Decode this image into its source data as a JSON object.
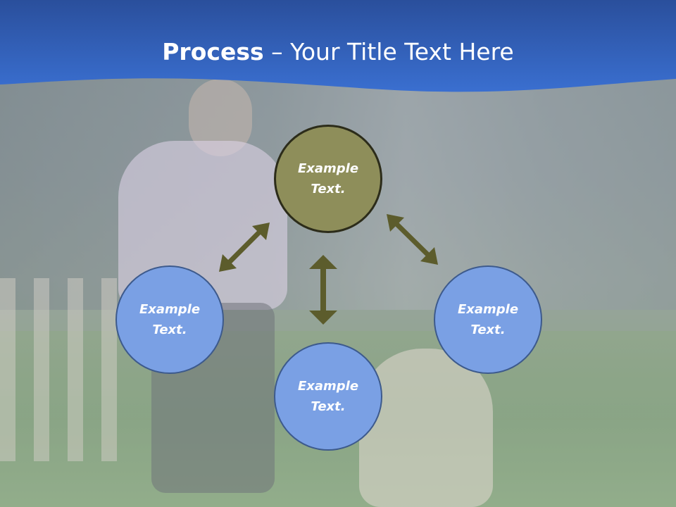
{
  "slide": {
    "title_bold": "Process",
    "title_rest": " – Your Title Text Here"
  },
  "colors": {
    "banner_top": "#2a4f9c",
    "banner_bottom": "#3a6fd0",
    "node_fill": "#7aa0e4",
    "node_border": "#3d5a8c",
    "center_fill": "#8e8e5a",
    "center_border": "#2c2c1a",
    "arrow": "#5c5c2c"
  },
  "diagram": {
    "center": {
      "label": "Example Text."
    },
    "left": {
      "label": "Example Text."
    },
    "bottom": {
      "label": "Example Text."
    },
    "right": {
      "label": "Example Text."
    },
    "arrows": [
      "double-arrow-left",
      "double-arrow-bottom",
      "double-arrow-right"
    ]
  }
}
